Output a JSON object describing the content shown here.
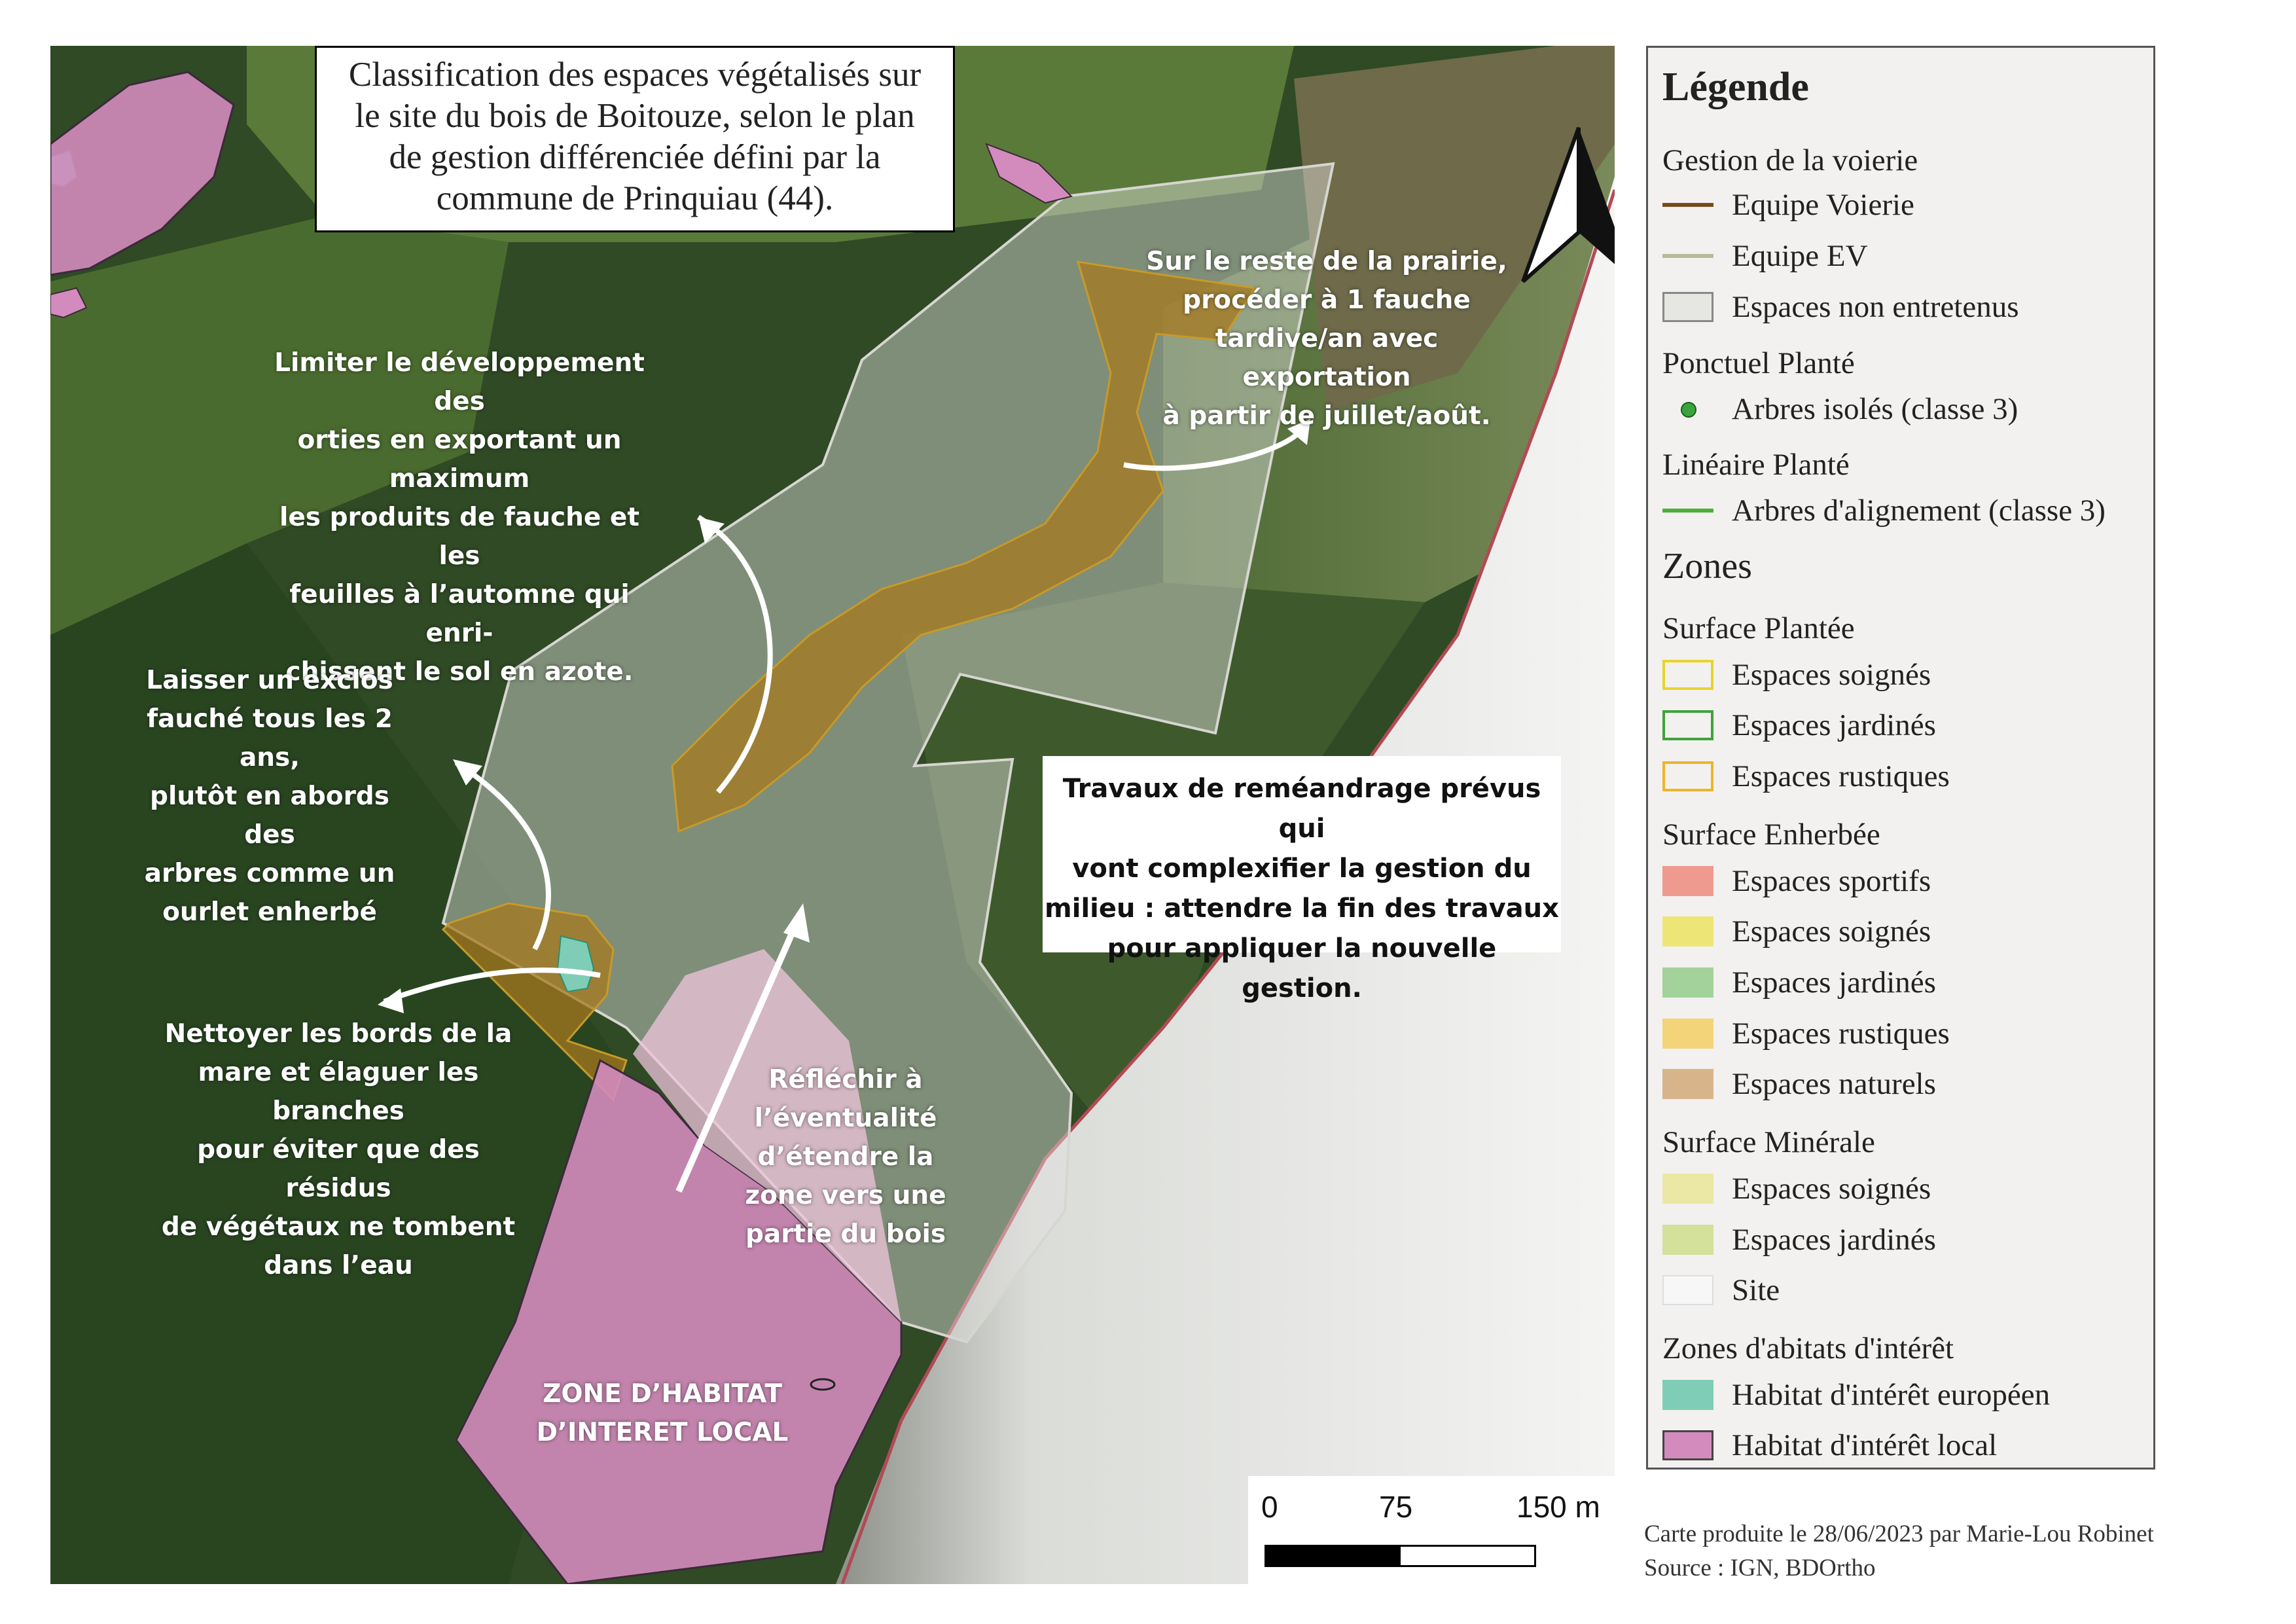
{
  "title": "Classification des espaces végétalisés sur\nle site du bois de Boitouze, selon le plan\nde gestion différenciée défini par la\ncommune de Prinquiau (44).",
  "annotations": {
    "orties": "Limiter le développement des\norties en exportant un maximum\nles produits de fauche et les\nfeuilles à l’automne qui enri-\nchissent le sol en azote.",
    "prairie": "Sur le reste de la prairie,\nprocéder à 1 fauche\ntardive/an avec exportation\nà partir de juillet/août.",
    "exclos": "Laisser un exclos\nfauché tous les 2 ans,\nplutôt en abords des\narbres comme un\nourlet enherbé",
    "mare": "Nettoyer les bords de la\nmare et élaguer les branches\npour éviter que des résidus\nde végétaux ne tombent\ndans l’eau",
    "etendre": "Réfléchir à\nl’éventualité\nd’étendre la\nzone vers une\npartie du bois",
    "zone_habitat": "ZONE D’HABITAT\nD’INTERET LOCAL",
    "travaux": "Travaux de reméandrage prévus qui\nvont complexifier la gestion du\nmilieu : attendre la fin des travaux\npour appliquer la nouvelle gestion."
  },
  "scale": {
    "labels": [
      "0",
      "75",
      "150 m"
    ]
  },
  "legend": {
    "title": "Légende",
    "voirie_group": "Gestion de la voierie",
    "voirie_items": [
      {
        "label": "Equipe Voierie",
        "color": "#7a4a1a"
      },
      {
        "label": "Equipe EV",
        "color": "#b7bb94"
      }
    ],
    "non_entretenus": {
      "label": "Espaces non entretenus",
      "fill": "#e6e6e3",
      "stroke": "#888888"
    },
    "ponctuel_group": "Ponctuel Planté",
    "ponctuel_item": "Arbres isolés (classe 3)",
    "lineaire_group": "Linéaire Planté",
    "lineaire_item": {
      "label": "Arbres d'alignement (classe 3)",
      "color": "#4caf3a"
    },
    "zones_title": "Zones",
    "plantee_group": "Surface Plantée",
    "plantee_items": [
      {
        "label": "Espaces soignés",
        "stroke": "#e8d42a"
      },
      {
        "label": "Espaces jardinés",
        "stroke": "#3ea33a"
      },
      {
        "label": "Espaces rustiques",
        "stroke": "#f0b42a"
      }
    ],
    "enherbee_group": "Surface Enherbée",
    "enherbee_items": [
      {
        "label": "Espaces sportifs",
        "fill": "#ee9a8e"
      },
      {
        "label": "Espaces soignés",
        "fill": "#ede676"
      },
      {
        "label": "Espaces jardinés",
        "fill": "#a3d39a"
      },
      {
        "label": "Espaces rustiques",
        "fill": "#f3d479"
      },
      {
        "label": "Espaces naturels",
        "fill": "#d8b48a"
      }
    ],
    "minerale_group": "Surface Minérale",
    "minerale_items": [
      {
        "label": "Espaces soignés",
        "fill": "#ebe7a4"
      },
      {
        "label": "Espaces jardinés",
        "fill": "#d3e19a"
      },
      {
        "label": "Site",
        "fill": "#f7f7f7",
        "stroke": "#dddddd"
      }
    ],
    "habitats_group": "Zones d'abitats d'intérêt",
    "habitats_items": [
      {
        "label": "Habitat d'intérêt européen",
        "fill": "#7fcdb6"
      },
      {
        "label": "Habitat d'intérêt local",
        "fill": "#d38bbd",
        "stroke": "#444444"
      }
    ]
  },
  "credit": {
    "line1": "Carte produite le 28/06/2023 par Marie-Lou Robinet",
    "line2": "Source : IGN, BDOrtho"
  }
}
